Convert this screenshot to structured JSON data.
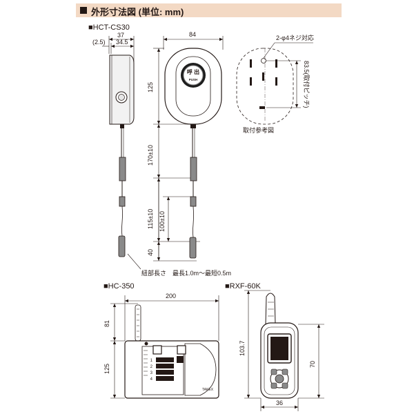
{
  "header": {
    "title": "外形寸法図 (単位: mm)"
  },
  "sections": {
    "hct_cs30": "■HCT-CS30",
    "hc_350": "■HC-350",
    "rxf_60k": "■RXF-60K"
  },
  "hct_cs30": {
    "dim_width_total": "37",
    "dim_width_small": "(2.5)",
    "dim_width_body": "34.5",
    "dim_front_width": "84",
    "dim_height": "125",
    "dim_cord_1": "170±10",
    "dim_cord_2": "115±10",
    "dim_cord_3": "100±10",
    "dim_cord_4": "40",
    "screw_label": "2-φ4ネジ対応",
    "pitch_label": "83.5(取付ピッチ)",
    "mount_caption": "取付参考図",
    "cord_note": "紐部長さ　最長1.0m～最短0.5m",
    "button_main": "呼 出",
    "button_sub": "PUSH"
  },
  "hc_350": {
    "dim_width": "200",
    "dim_antenna": "81",
    "dim_body": "125",
    "brand": "TAKEX",
    "keys": [
      "1",
      "2",
      "3",
      "4"
    ]
  },
  "rxf_60k": {
    "dim_total_height": "103.7",
    "dim_body_height": "70",
    "dim_width": "36"
  }
}
